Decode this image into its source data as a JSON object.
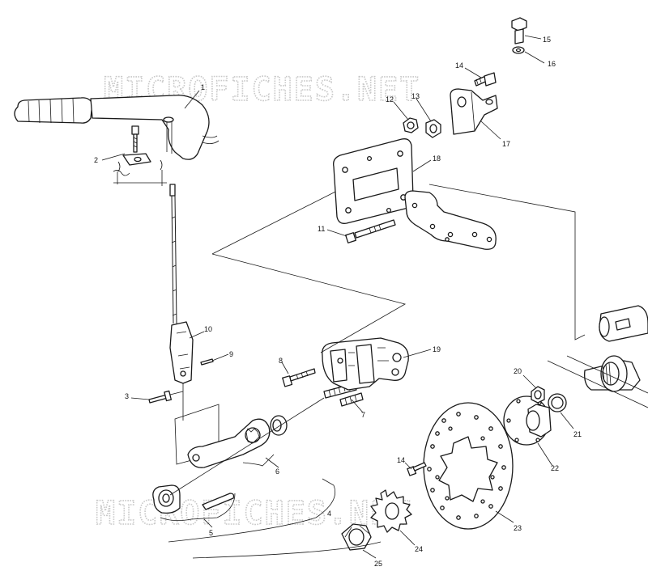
{
  "watermark": "MICROFICHES.NET",
  "callouts": [
    "1",
    "2",
    "3",
    "4",
    "5",
    "6",
    "7",
    "8",
    "9",
    "10",
    "11",
    "12",
    "13",
    "14",
    "14",
    "15",
    "16",
    "17",
    "18",
    "19",
    "20",
    "21",
    "22",
    "23",
    "24",
    "25"
  ]
}
